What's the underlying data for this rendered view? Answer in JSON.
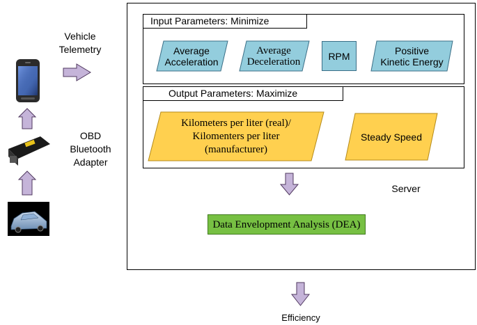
{
  "left_column": {
    "vehicle_telemetry_label": "Vehicle\nTelemetry",
    "obd_label": "OBD\nBluetooth\nAdapter"
  },
  "server": {
    "label": "Server",
    "input_box": {
      "title": "Input Parameters: Minimize",
      "items": [
        "Average\nAcceleration",
        "Average\nDeceleration",
        "RPM",
        "Positive\nKinetic Energy"
      ]
    },
    "output_box": {
      "title": "Output Parameters: Maximize",
      "items": [
        "Kilometers per liter (real)/\nKilomenters per liter\n(manufacturer)",
        "Steady Speed"
      ]
    },
    "dea_label": "Data Envelopment Analysis (DEA)"
  },
  "efficiency_label": "Efficiency",
  "colors": {
    "input_fill": "#93cddd",
    "output_fill": "#ffd04f",
    "dea_fill": "#77c043",
    "arrow_fill": "#c5b4d9"
  }
}
